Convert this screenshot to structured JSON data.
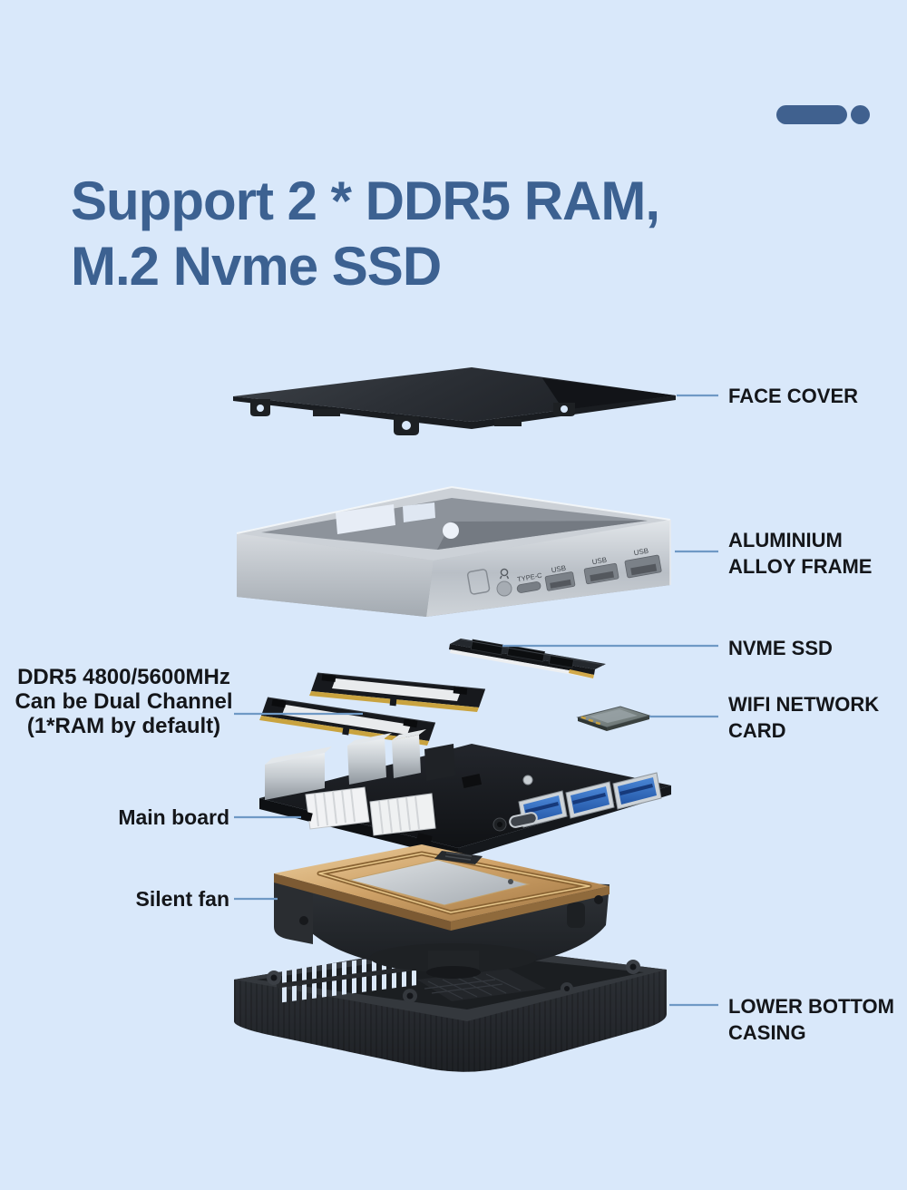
{
  "theme": {
    "background": "#d9e8fa",
    "title_color": "#3c6191",
    "decoration_color": "#40618f",
    "label_color": "#14161a",
    "leader_line_color": "#6f99c5"
  },
  "title": {
    "line1": "Support 2 * DDR5 RAM,",
    "line2": "M.2 Nvme SSD"
  },
  "callouts": {
    "face_cover": "FACE COVER",
    "aluminium_frame": "ALUMINIUM\nALLOY FRAME",
    "nvme_ssd": "NVME SSD",
    "wifi_card": "WIFI NETWORK\nCARD",
    "lower_casing": "LOWER BOTTOM\nCASING",
    "ddr5_ram": "DDR5 4800/5600MHz\nCan be Dual Channel\n(1*RAM by default)",
    "main_board": "Main board",
    "silent_fan": "Silent fan"
  },
  "frame_ports": {
    "type_c": "TYPE-C",
    "usb_1": "USB",
    "usb_2": "USB",
    "usb_3": "USB"
  }
}
